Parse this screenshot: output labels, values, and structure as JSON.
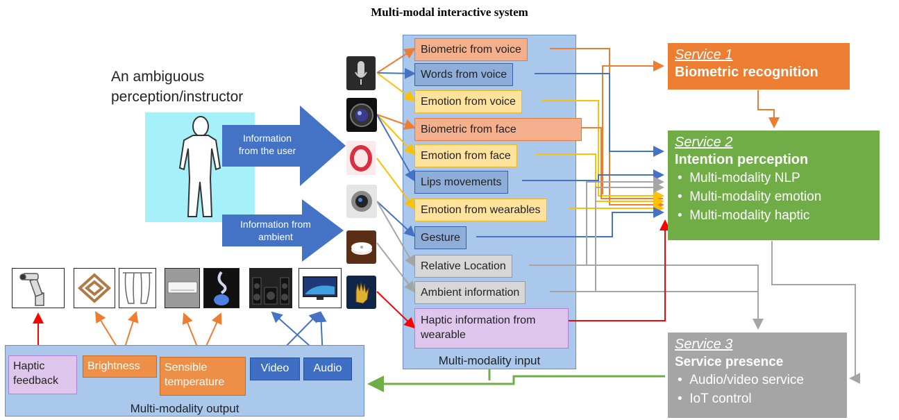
{
  "title": "Multi-modal interactive system",
  "user_label": [
    "An ambiguous",
    "perception/instructor"
  ],
  "big_arrows": {
    "user": [
      "Information",
      "from the user"
    ],
    "ambient": [
      "Information from",
      "ambient"
    ]
  },
  "input_panel_caption": "Multi-modality input",
  "input_boxes": [
    "Biometric from voice",
    "Words from voice",
    "Emotion from voice",
    "Biometric from face",
    "Emotion from face",
    "Lips movements",
    "Emotion from wearables",
    "Gesture",
    "Relative Location",
    "Ambient information",
    "Haptic information from wearable"
  ],
  "devices": [
    "microphone-icon",
    "camera-icon",
    "wristband-icon",
    "webcam-icon",
    "ambient-sensor-icon",
    "haptic-glove-icon"
  ],
  "services": {
    "s1": {
      "title": "Service 1",
      "subtitle": "Biometric recognition"
    },
    "s2": {
      "title": "Service 2",
      "subtitle": "Intention perception",
      "items": [
        "Multi-modality NLP",
        "Multi-modality emotion",
        "Multi-modality haptic"
      ]
    },
    "s3": {
      "title": "Service 3",
      "subtitle": "Service presence",
      "items": [
        "Audio/video service",
        "IoT control"
      ]
    }
  },
  "output_panel_caption": "Multi-modality output",
  "output_boxes": {
    "haptic": [
      "Haptic",
      "feedback"
    ],
    "brightness": "Brightness",
    "temperature": [
      "Sensible",
      "temperature"
    ],
    "video": "Video",
    "audio": "Audio"
  },
  "output_devices": [
    "robot-arm-icon",
    "ceiling-lamp-icon",
    "curtain-icon",
    "air-conditioner-icon",
    "humidifier-icon",
    "speakers-icon",
    "tv-icon"
  ],
  "colors": {
    "orange": "#ed7d31",
    "blue": "#4472c4",
    "yellow": "#ffc000",
    "gray": "#a5a5a5",
    "red": "#ff0000",
    "green": "#70ad47"
  }
}
